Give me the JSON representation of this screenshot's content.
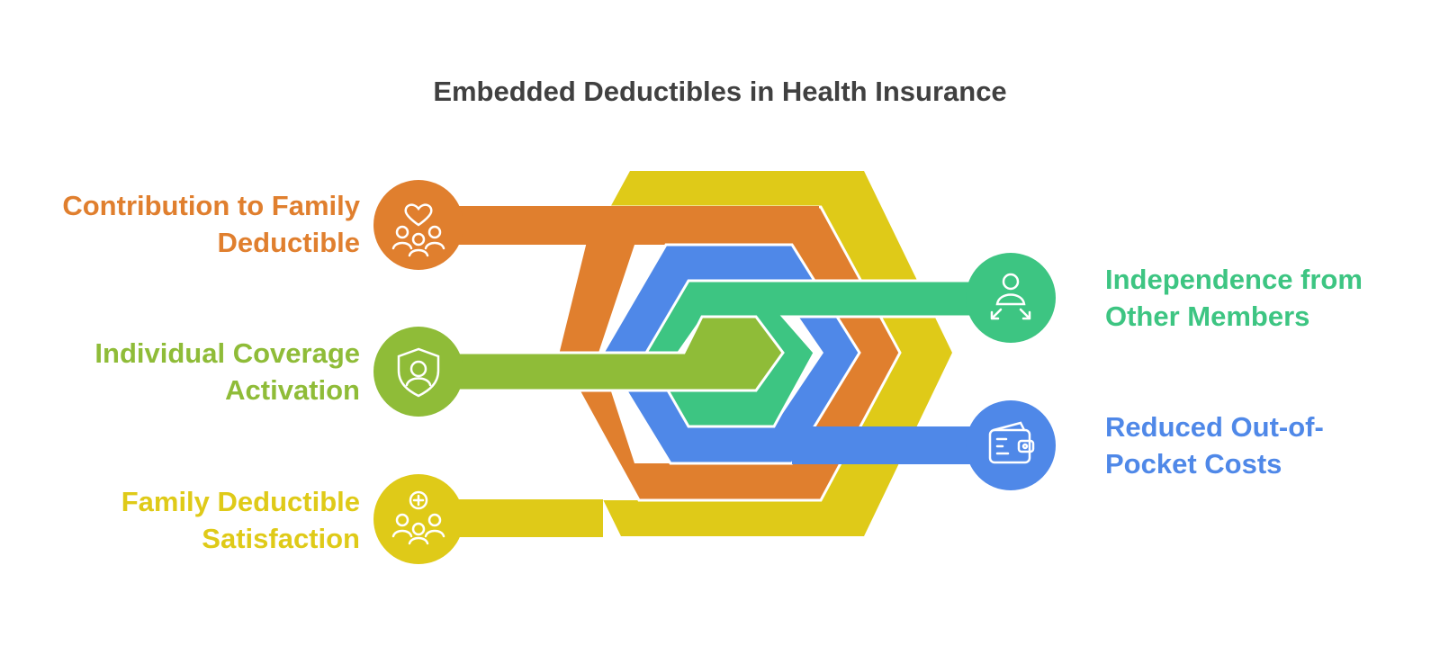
{
  "title": "Embedded Deductibles in Health Insurance",
  "colors": {
    "orange": "#E07F2E",
    "yellow": "#DFCA18",
    "blue": "#4F88E8",
    "green": "#3DC582",
    "lime": "#8FBC38"
  },
  "items": [
    {
      "id": "family-contribution",
      "lines": [
        "Contribution to Family",
        "Deductible"
      ],
      "color": "#E07F2E",
      "icon": "family-heart-icon"
    },
    {
      "id": "individual-coverage",
      "lines": [
        "Individual Coverage",
        "Activation"
      ],
      "color": "#8FBC38",
      "icon": "shield-person-icon"
    },
    {
      "id": "family-satisfaction",
      "lines": [
        "Family Deductible",
        "Satisfaction"
      ],
      "color": "#DFCA18",
      "icon": "family-plus-icon"
    },
    {
      "id": "independence",
      "lines": [
        "Independence from",
        "Other Members"
      ],
      "color": "#3DC582",
      "icon": "person-arrows-icon"
    },
    {
      "id": "reduced-costs",
      "lines": [
        "Reduced Out-of-",
        "Pocket Costs"
      ],
      "color": "#4F88E8",
      "icon": "wallet-icon"
    }
  ]
}
